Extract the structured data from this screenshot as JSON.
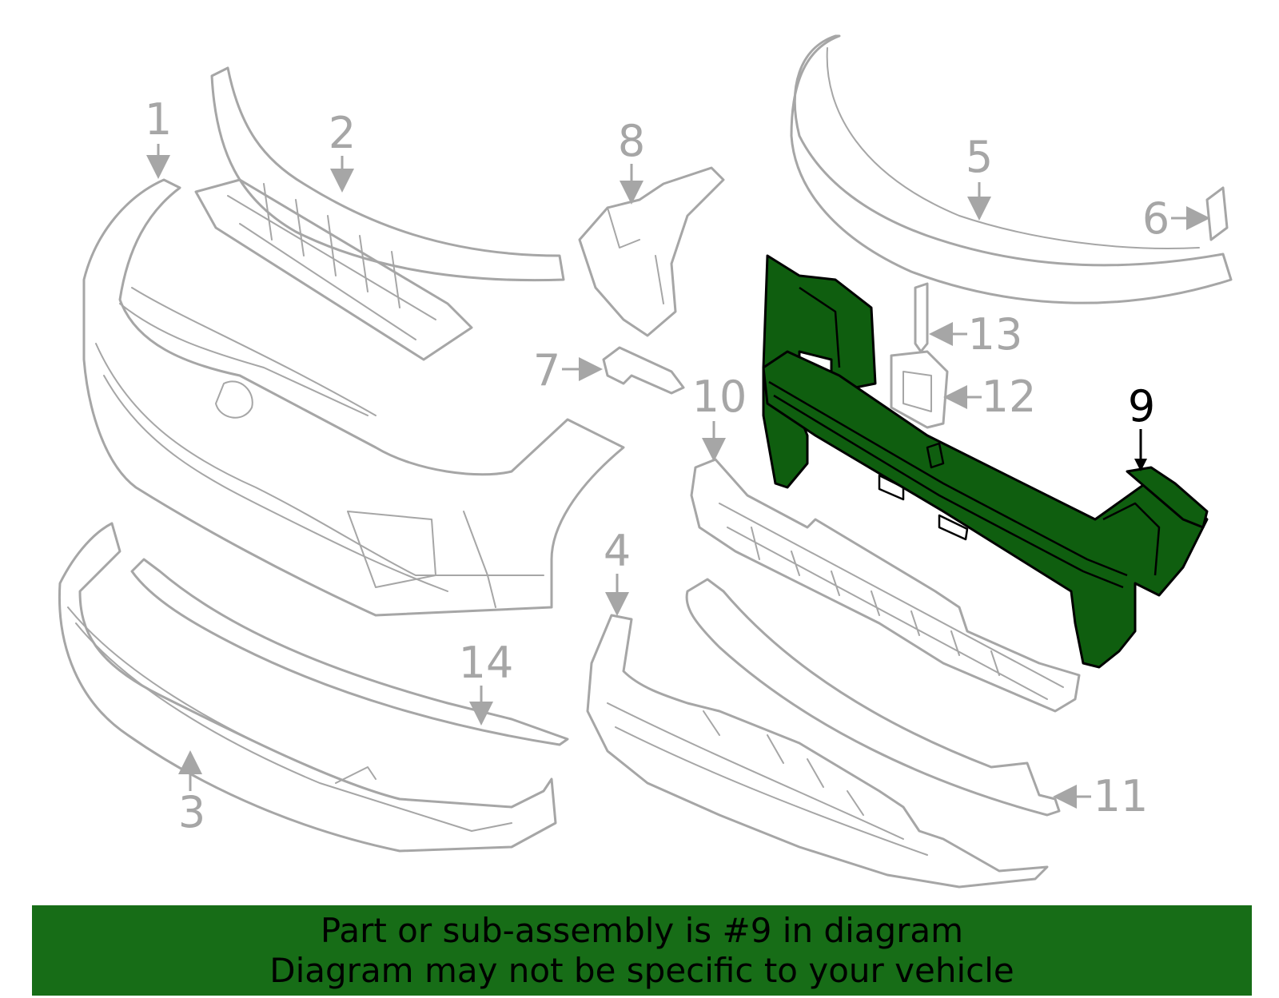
{
  "callouts": {
    "c1": "1",
    "c2": "2",
    "c3": "3",
    "c4": "4",
    "c5": "5",
    "c6": "6",
    "c7": "7",
    "c8": "8",
    "c9": "9",
    "c10": "10",
    "c11": "11",
    "c12": "12",
    "c13": "13",
    "c14": "14"
  },
  "highlighted_part": "9",
  "colors": {
    "part_outline": "#a6a6a6",
    "highlight_fill": "#0f5e0f",
    "banner_background": "#176d17",
    "banner_text": "#000000"
  },
  "banner": {
    "line1": "Part or sub-assembly is #9 in diagram",
    "line2": "Diagram may not be specific to your vehicle"
  }
}
